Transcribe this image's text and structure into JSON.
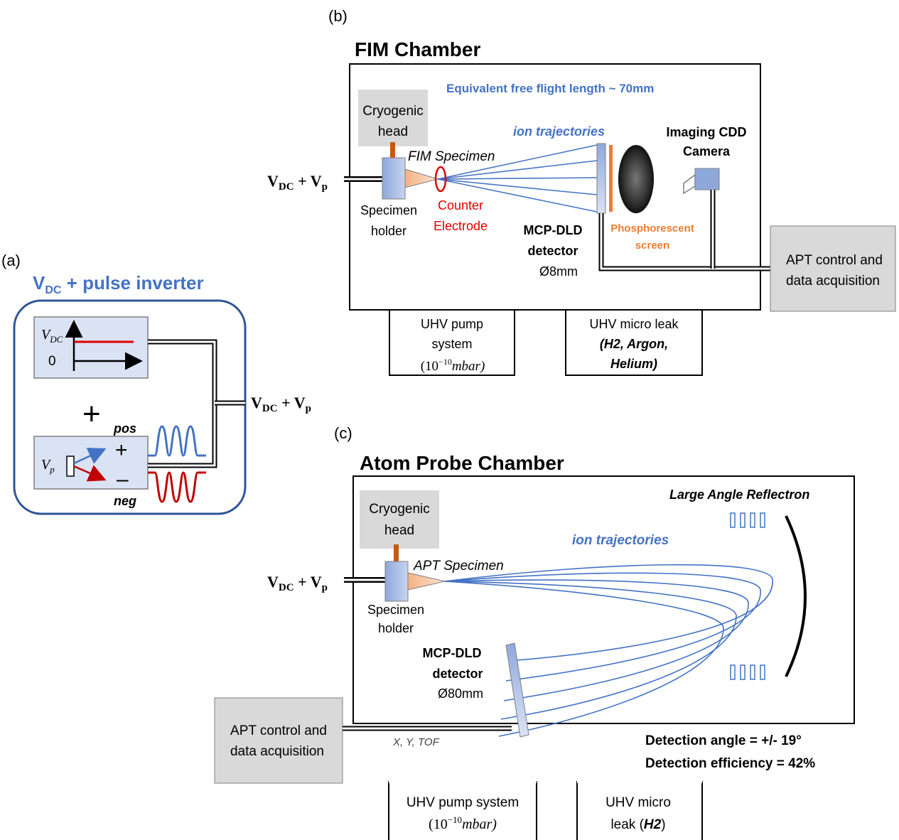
{
  "panel_a": {
    "label": "(a)",
    "title_main": "V",
    "title_sub": "DC",
    "title_rest": " + pulse inverter",
    "vdc_symbol": "V",
    "vdc_sub": "DC",
    "zero": "0",
    "plus_sign": "+",
    "vp_symbol": "V",
    "vp_sub": "p",
    "pos": "pos",
    "neg": "neg",
    "out_main": "V",
    "out_sub1": "DC",
    "out_plus": " + V",
    "out_sub2": "p"
  },
  "panel_b": {
    "label": "(b)",
    "title": "FIM Chamber",
    "flight_length": "Equivalent free flight length ~ 70mm",
    "cryo_line1": "Cryogenic",
    "cryo_line2": "head",
    "specimen": "FIM Specimen",
    "ion_traj": "ion trajectories",
    "camera_line1": "Imaging CDD",
    "camera_line2": "Camera",
    "holder_line1": "Specimen",
    "holder_line2": "holder",
    "counter_line1": "Counter",
    "counter_line2": "Electrode",
    "mcp_line1": "MCP-DLD",
    "mcp_line2": "detector",
    "mcp_size": "Ø8mm",
    "phos_line1": "Phosphorescent",
    "phos_line2": "screen",
    "apt_line1": "APT control and",
    "apt_line2": "data acquisition",
    "pump_line1": "UHV pump",
    "pump_line2": "system",
    "pump_pressure": "(10",
    "pump_exp": "−10",
    "pump_unit": "mbar)",
    "leak_line1": "UHV micro leak",
    "leak_line2": "(H2, Argon,",
    "leak_line3": "Helium)",
    "in_main": "V",
    "in_sub1": "DC",
    "in_plus": " + V",
    "in_sub2": "p"
  },
  "panel_c": {
    "label": "(c)",
    "title": "Atom Probe Chamber",
    "reflectron": "Large Angle Reflectron",
    "cryo_line1": "Cryogenic",
    "cryo_line2": "head",
    "ion_traj": "ion trajectories",
    "specimen": "APT Specimen",
    "holder_line1": "Specimen",
    "holder_line2": "holder",
    "mcp_line1": "MCP-DLD",
    "mcp_line2": "detector",
    "mcp_size": "Ø80mm",
    "apt_line1": "APT control and",
    "apt_line2": "data acquisition",
    "xytof": "X, Y, TOF",
    "det_angle": "Detection angle  = +/- 19°",
    "det_eff": "Detection efficiency  = 42%",
    "pump_line1": "UHV pump system",
    "pump_pressure": "(10",
    "pump_exp": "−10",
    "pump_unit": "mbar)",
    "leak_line1": "UHV micro",
    "leak_line2": "leak (",
    "leak_bold": "H2",
    "leak_end": ")",
    "in_main": "V",
    "in_sub1": "DC",
    "in_plus": " + V",
    "in_sub2": "p"
  },
  "colors": {
    "blue_text": "#4472c4",
    "red": "#e00000",
    "orange": "#ed7d31",
    "box_fill": "#dae3f3",
    "grey_box": "#d9d9d9",
    "dark_blue": "#2f5597",
    "dark_red": "#c00000"
  }
}
